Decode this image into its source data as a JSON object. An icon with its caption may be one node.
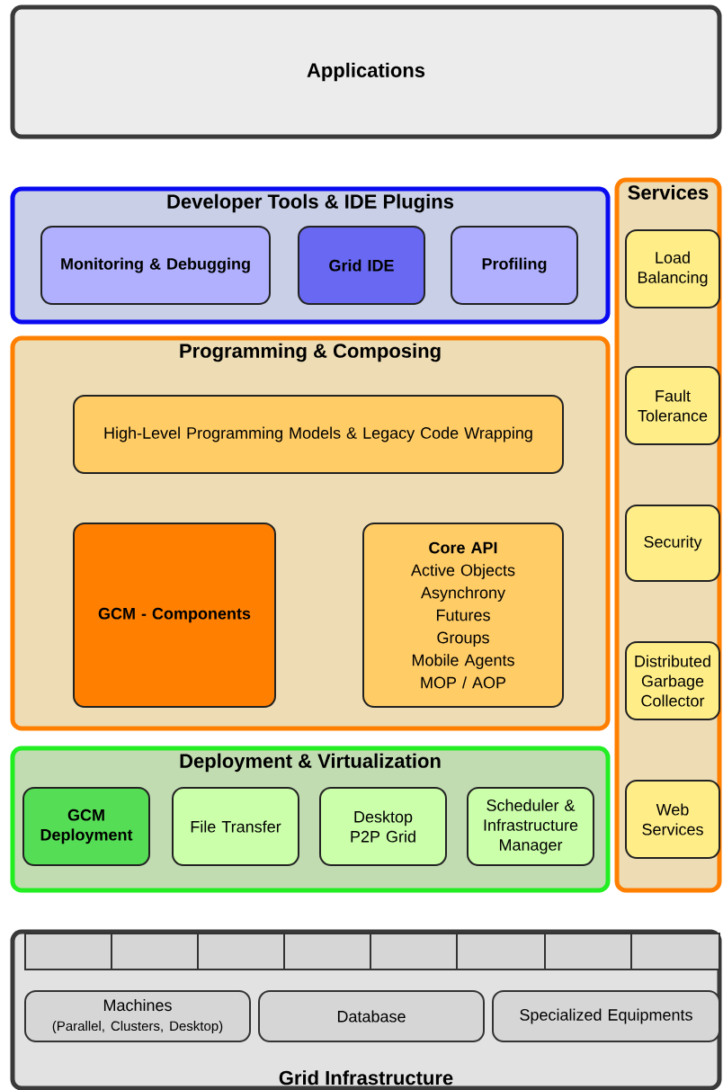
{
  "diagram": {
    "nodes": [
      {
        "text": [
          "Applications"
        ]
      },
      {
        "text": [
          "Developer Tools & IDE Plugins"
        ]
      },
      {
        "text": [
          "Monitoring & Debugging"
        ],
        "in": 1
      },
      {
        "text": [
          "Grid IDE"
        ],
        "in": 1
      },
      {
        "text": [
          "Profiling"
        ],
        "in": 1
      },
      {
        "text": [
          "Programming & Composing"
        ]
      },
      {
        "text": [
          "High-Level Programming Models & Legacy Code Wrapping"
        ],
        "in": 5
      },
      {
        "text": [
          "GCM - Components"
        ],
        "in": 5
      },
      {
        "text": [
          "Core API",
          "Active Objects",
          "Asynchrony",
          "Futures",
          "Groups",
          "Mobile Agents",
          "MOP / AOP"
        ],
        "in": 5
      },
      {
        "text": [
          "Deployment & Virtualization"
        ]
      },
      {
        "text": [
          "GCM Deployment"
        ],
        "in": 9
      },
      {
        "text": [
          "File Transfer"
        ],
        "in": 9
      },
      {
        "text": [
          "Desktop P2P Grid"
        ],
        "in": 9
      },
      {
        "text": [
          "Scheduler & Infrastructure Manager"
        ],
        "in": 9
      },
      {
        "text": [
          "Services"
        ]
      },
      {
        "text": [
          "Load Balancing"
        ],
        "in": 14
      },
      {
        "text": [
          "Fault Tolerance"
        ],
        "in": 14
      },
      {
        "text": [
          "Security"
        ],
        "in": 14
      },
      {
        "text": [
          "Distributed Garbage Collector"
        ],
        "in": 14
      },
      {
        "text": [
          "Web Services"
        ],
        "in": 14
      },
      {
        "text": [
          "Grid Infrastructure"
        ]
      },
      {
        "text": [],
        "shape": "box",
        "in": 20
      },
      {
        "text": [],
        "shape": "box",
        "in": 20
      },
      {
        "text": [],
        "shape": "box",
        "in": 20
      },
      {
        "text": [],
        "shape": "box",
        "in": 20
      },
      {
        "text": [],
        "shape": "box",
        "in": 20
      },
      {
        "text": [],
        "shape": "box",
        "in": 20
      },
      {
        "text": [],
        "shape": "box",
        "in": 20
      },
      {
        "text": [],
        "shape": "box",
        "in": 20
      },
      {
        "text": [
          "Machines",
          "(Parallel, Clusters, Desktop)"
        ],
        "in": 20
      },
      {
        "text": [
          "Database"
        ],
        "in": 20
      },
      {
        "text": [
          "Specialized Equipments"
        ],
        "in": 20
      }
    ]
  }
}
